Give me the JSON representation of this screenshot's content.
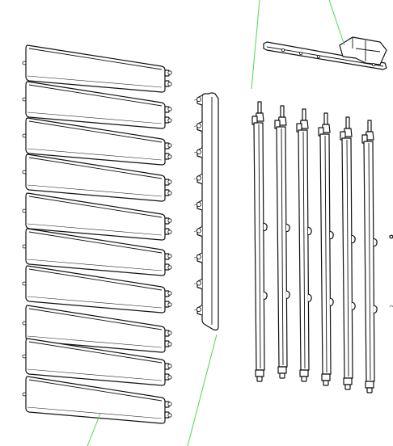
{
  "drawing": {
    "louver_blade_count": 10,
    "linkage_bar_count": 1,
    "linkage_pin_count": 9,
    "vertical_rod_count": 6,
    "mounting_bracket_count": 1,
    "leader_line_color": "#4fd94f",
    "line_color": "#111111",
    "background_color": "#ffffff"
  }
}
